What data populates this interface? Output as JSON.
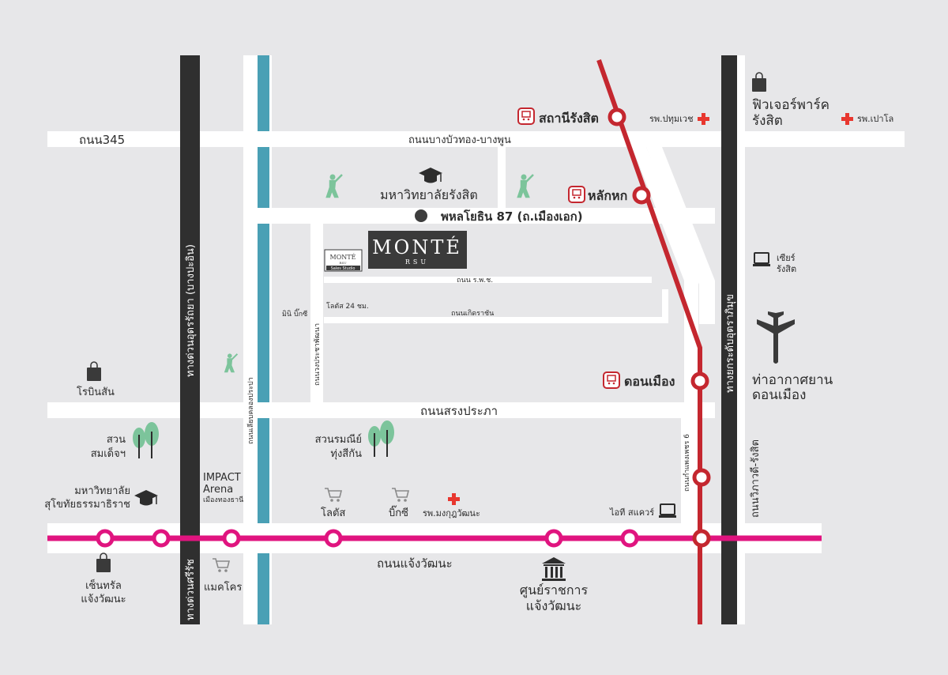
{
  "colors": {
    "background": "#e7e7e9",
    "road": "#ffffff",
    "expressway": "#2f2f2f",
    "canal": "#4aa0b5",
    "red_line": "#c4272f",
    "pink_line": "#e0147f",
    "tree": "#7cc49b",
    "golf": "#7cc49b",
    "hospital": "#e8372f",
    "logo_bg": "#3a3a3a"
  },
  "roads": {
    "road_345": "ถนน345",
    "bangbuathong_bangphun": "ถนนบางบัวทอง-บางพูน",
    "phahonyothin87": "พหลโยธิน 87 (ถ.เมืองเอก)",
    "ros_road": "ถนน ร.พ.ช.",
    "kerd_rachan": "ถนนเกิดราชัน",
    "songprapa": "ถนนสรงประภา",
    "chaengwattana": "ถนนแจ้งวัฒนะ",
    "udon_rattaya": "ทางด่วนอุดรรัถยา (บางปะอิน)",
    "si_rat": "ทางด่วนศรีรัช",
    "khlong_prapa": "ถนนเลียบคลองประปา",
    "prachaphatthana": "ถนนวงประชาพัฒนา",
    "kamphaeng_phet6": "ถนนกำแพงเพชร 6",
    "uttaraphimuk": "ทางยกระดับอุตราภิมุข",
    "vibhavadi": "ถนนวิภาวดี-รังสิต"
  },
  "stations": {
    "rangsit": "สถานีรังสิต",
    "lak_hok": "หลักหก",
    "don_mueang": "ดอนเมือง"
  },
  "places": {
    "future_park": [
      "ฟิวเจอร์พาร์ค",
      "รังสิต"
    ],
    "rangsit_university": "มหาวิทยาลัยรังสิต",
    "patumvech_hospital": "รพ.ปทุมเวช",
    "paolo_hospital": "รพ.เปาโล",
    "tesco_24": "โลตัส 24 ชม.",
    "mini_bigc": "มินิ บิ๊กซี",
    "zeer_rangsit": [
      "เซียร์",
      "รังสิต"
    ],
    "don_mueang_airport": [
      "ท่าอากาศยาน",
      "ดอนเมือง"
    ],
    "robinson": "โรบินสัน",
    "somdet_park": [
      "สวน",
      "สมเด็จฯ"
    ],
    "thung_si_kan_park": [
      "สวนรมณีย์",
      "ทุ่งสีกัน"
    ],
    "stou": [
      "มหาวิทยาลัย",
      "สุโขทัยธรรมาธิราช"
    ],
    "impact_arena": [
      "IMPACT",
      "Arena",
      "เมืองทองธานี"
    ],
    "lotus": "โลตัส",
    "bigc": "บิ๊กซี",
    "mongkut_hospital": "รพ.มงกุฎวัฒนะ",
    "it_square": "ไอที สแควร์",
    "central_chaengwattana": [
      "เซ็นทรัล",
      "แจ้งวัฒนะ"
    ],
    "makro": "แมคโคร",
    "government_complex": [
      "ศูนย์ราชการ",
      "แจ้งวัฒนะ"
    ]
  },
  "project": {
    "logo_main": "MONTÉ",
    "logo_sub": "RSU",
    "studio_logo": "MONTÉ",
    "studio_sub": "RSU",
    "studio_caption": "Sales Studio"
  },
  "icons": {
    "shopping": "shopping-bag-icon",
    "hospital": "hospital-cross-icon",
    "train": "train-icon",
    "university": "graduation-cap-icon",
    "golf": "golf-icon",
    "park": "tree-icon",
    "cart": "shopping-cart-icon",
    "laptop": "laptop-icon",
    "airplane": "airplane-icon",
    "government": "government-building-icon",
    "location": "location-dot-icon"
  }
}
